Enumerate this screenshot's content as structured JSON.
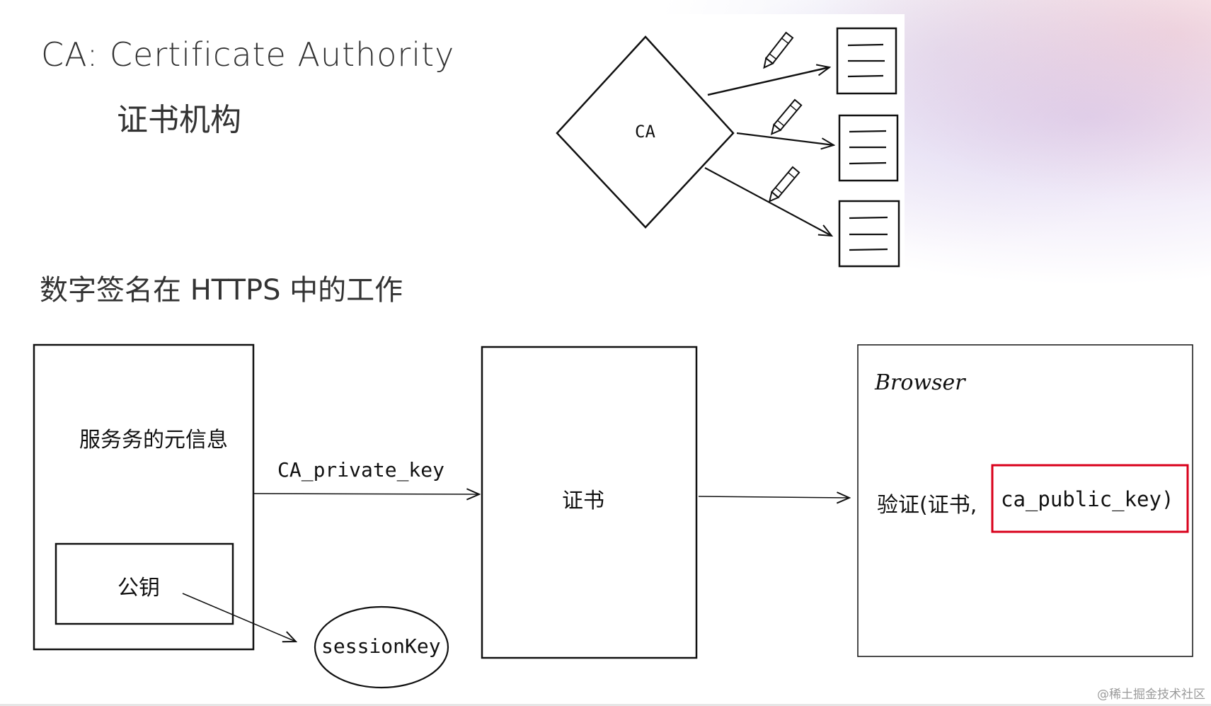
{
  "header": {
    "title": "CA: Certificate Authority",
    "subtitle": "证书机构"
  },
  "ca_diagram": {
    "center_label": "CA"
  },
  "section": {
    "title": "数字签名在 HTTPS 中的工作"
  },
  "flow": {
    "server_box_label": "服务务的元信息",
    "public_key_label": "公钥",
    "session_key_label": "sessionKey",
    "arrow_label": "CA_private_key",
    "cert_label": "证书",
    "browser_label": "Browser",
    "verify_prefix": "验证(证书,",
    "verify_key": "ca_public_key)",
    "highlight_color": "#d9001b"
  },
  "footer": {
    "credit": "@稀土掘金技术社区"
  }
}
